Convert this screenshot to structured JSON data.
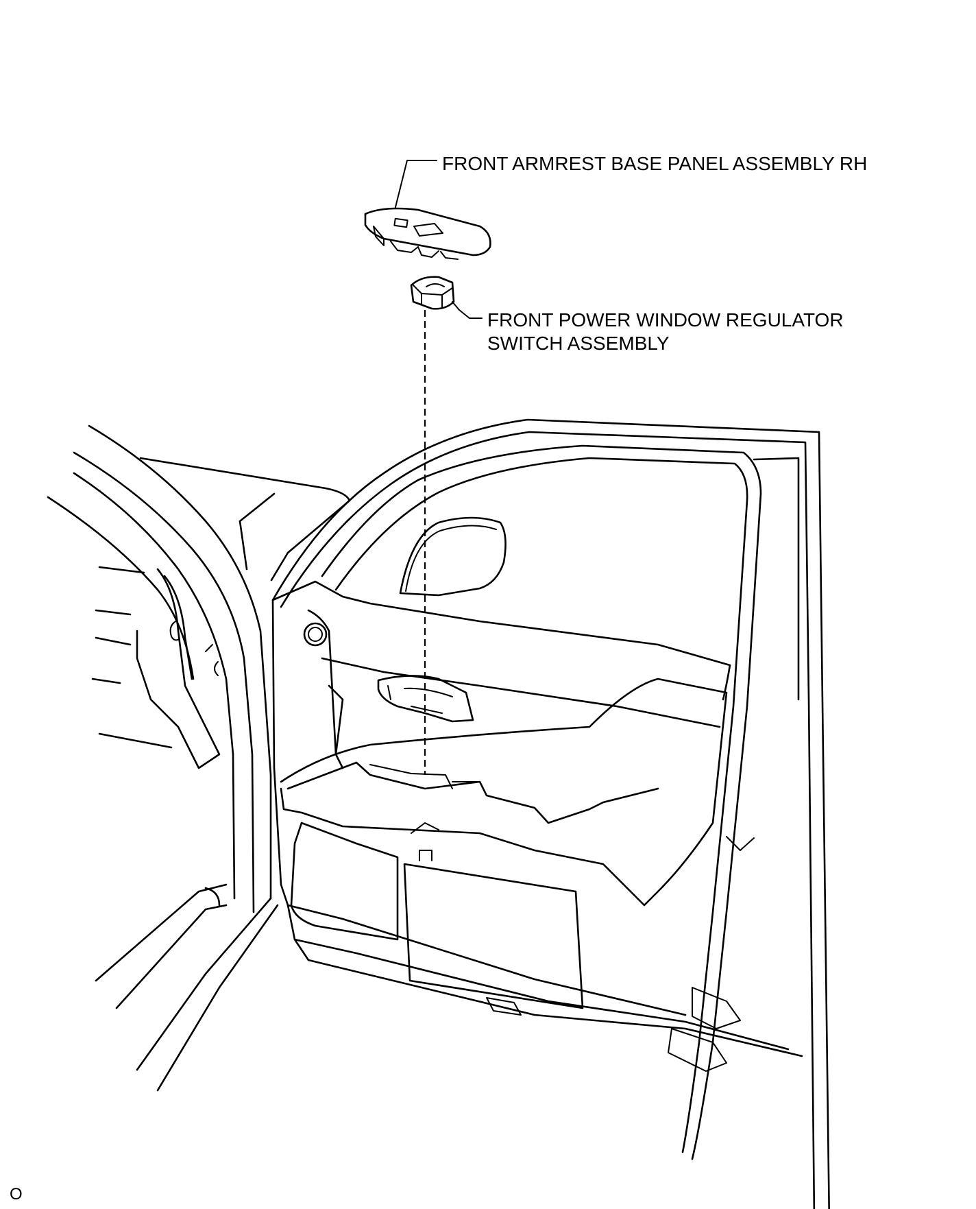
{
  "callouts": {
    "armrest_panel": "FRONT ARMREST BASE PANEL ASSEMBLY RH",
    "window_switch_line1": "FRONT POWER WINDOW REGULATOR",
    "window_switch_line2": "SWITCH ASSEMBLY"
  },
  "figure_code": "O",
  "colors": {
    "line": "#000000",
    "background": "#ffffff"
  }
}
